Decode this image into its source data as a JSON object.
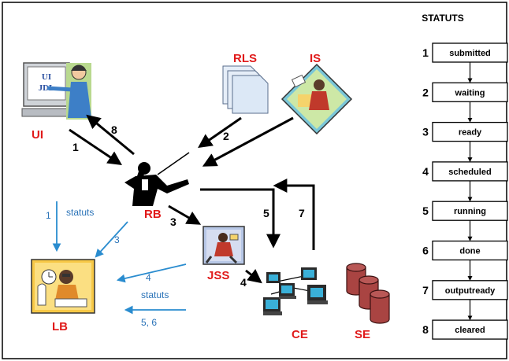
{
  "nodes": {
    "ui": "UI",
    "ui_screen_line1": "UI",
    "ui_screen_line2": "JDL",
    "rls": "RLS",
    "is": "IS",
    "rb": "RB",
    "jss": "JSS",
    "lb": "LB",
    "ce": "CE",
    "se": "SE"
  },
  "arrows": {
    "ui_to_rb": "1",
    "rb_to_ui": "8",
    "rls_to_rb": "2",
    "rb_to_jss": "3",
    "jss_to_ce": "4",
    "loop_down": "5",
    "loop_up": "7"
  },
  "lb_links": {
    "a_num": "1",
    "a_label": "statuts",
    "b_num": "3",
    "c_num": "4",
    "c_label": "statuts",
    "d_num": "5, 6"
  },
  "status_panel": {
    "title": "STATUTS",
    "states": [
      {
        "num": "1",
        "label": "submitted"
      },
      {
        "num": "2",
        "label": "waiting"
      },
      {
        "num": "3",
        "label": "ready"
      },
      {
        "num": "4",
        "label": "scheduled"
      },
      {
        "num": "5",
        "label": "running"
      },
      {
        "num": "6",
        "label": "done"
      },
      {
        "num": "7",
        "label": "outputready"
      },
      {
        "num": "8",
        "label": "cleared"
      }
    ]
  },
  "colors": {
    "node_label": "#e01a1a",
    "blue_label": "#2a73b8",
    "arrow_black": "#000000",
    "arrow_blue": "#2a8ccf",
    "se_fill": "#a94442"
  }
}
